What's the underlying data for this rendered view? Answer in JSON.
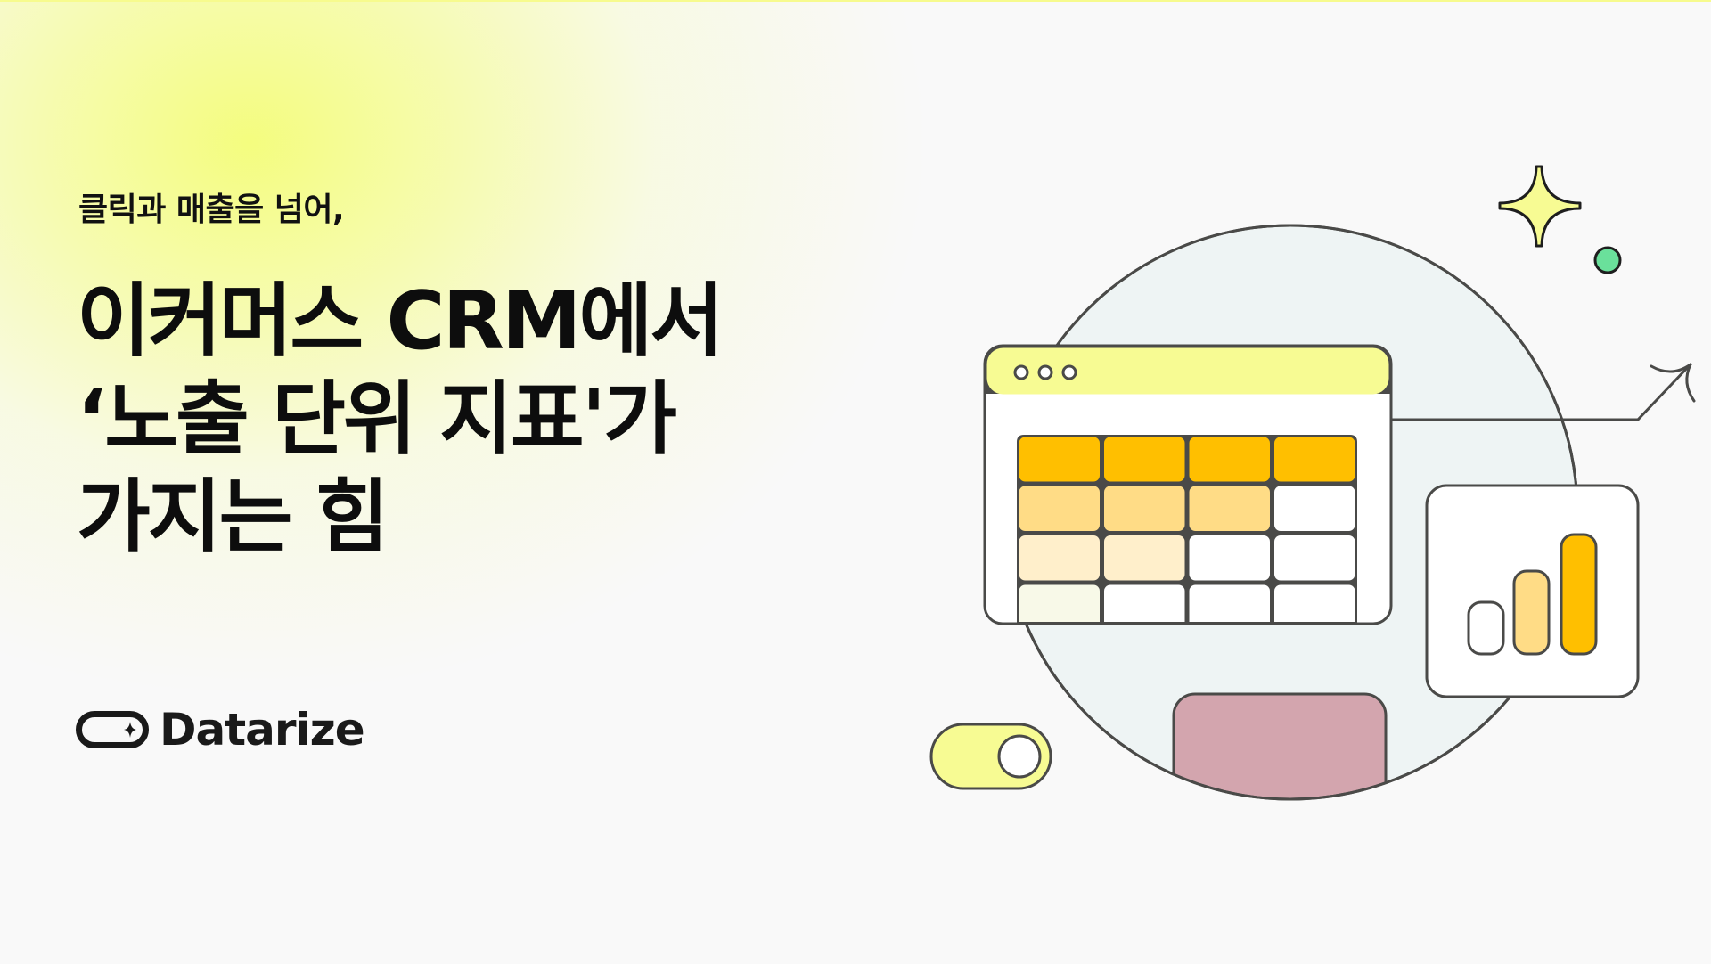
{
  "banner": {
    "subtitle": "클릭과 매출을 넘어,",
    "title_lines": [
      "이커머스 CRM에서",
      "‘노출 단위 지표'가",
      "가지는 힘"
    ],
    "brand": {
      "name": "Datarize",
      "icon": "pill-sparkle-logo-icon"
    }
  },
  "illustration": {
    "window": {
      "dots": 3,
      "header_color": "#f7fb93",
      "table": {
        "rows": 4,
        "cols": 4,
        "cell_colors": [
          [
            "#ffbf00",
            "#ffbf00",
            "#ffbf00",
            "#ffbf00"
          ],
          [
            "#ffdc86",
            "#ffdc86",
            "#ffdc86",
            "#ffffff"
          ],
          [
            "#ffefcb",
            "#ffefcb",
            "#ffffff",
            "#ffffff"
          ],
          [
            "#f8f9e8",
            "#ffffff",
            "#ffffff",
            "#ffffff"
          ]
        ]
      }
    },
    "bar_chart_card": {
      "bars": [
        {
          "level": "low",
          "color": "#ffffff"
        },
        {
          "level": "mid",
          "color": "#ffdc86"
        },
        {
          "level": "high",
          "color": "#ffbf00"
        }
      ]
    },
    "toggle": {
      "state": "on",
      "track_color": "#f7fb93"
    },
    "colors": {
      "accent_yellow": "#f7fb93",
      "accent_orange": "#ffbf00",
      "accent_green": "#6ae09b",
      "circle_fill": "#eef4f4",
      "pink_block": "#d3a5ae",
      "stroke": "#4a4a48",
      "background": "#f9f9f9"
    }
  }
}
